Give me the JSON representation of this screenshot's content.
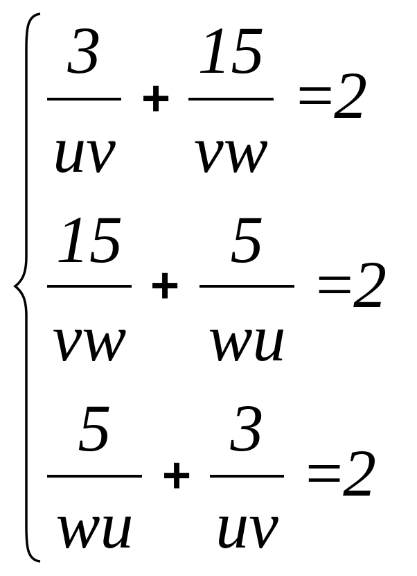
{
  "equations": [
    {
      "f1": {
        "num": "3",
        "den": "uv"
      },
      "op": "+",
      "f2": {
        "num": "15",
        "den": "vw"
      },
      "eq": "=",
      "rhs": "2"
    },
    {
      "f1": {
        "num": "15",
        "den": "vw"
      },
      "op": "+",
      "f2": {
        "num": "5",
        "den": "wu"
      },
      "eq": "=",
      "rhs": "2"
    },
    {
      "f1": {
        "num": "5",
        "den": "wu"
      },
      "op": "+",
      "f2": {
        "num": "3",
        "den": "uv"
      },
      "eq": "=",
      "rhs": "2"
    }
  ]
}
